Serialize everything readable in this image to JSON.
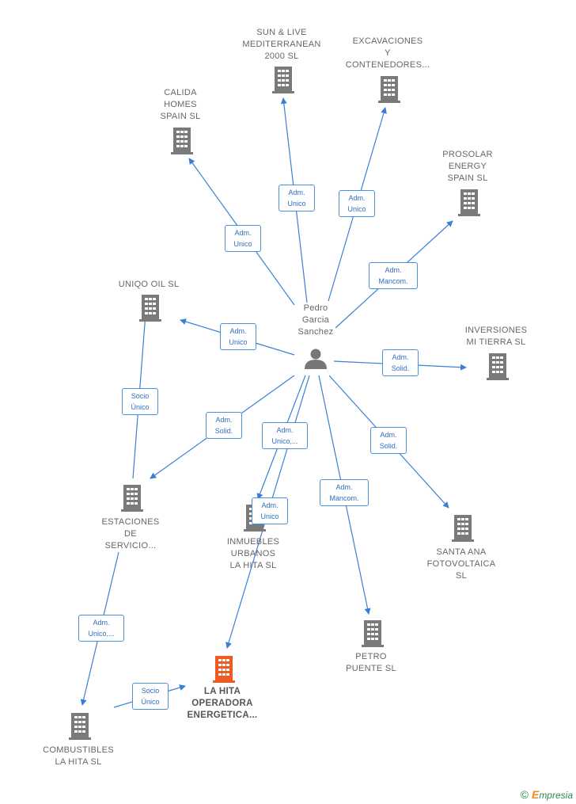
{
  "person": {
    "lines": [
      "Pedro",
      "Garcia",
      "Sanchez"
    ]
  },
  "companies": [
    {
      "id": "sun",
      "lines": [
        "SUN & LIVE",
        "MEDITERRANEAN",
        "2000  SL"
      ]
    },
    {
      "id": "exc",
      "lines": [
        "EXCAVACIONES",
        "Y",
        "CONTENEDORES..."
      ]
    },
    {
      "id": "calida",
      "lines": [
        "CALIDA",
        "HOMES",
        "SPAIN  SL"
      ]
    },
    {
      "id": "prosolar",
      "lines": [
        "PROSOLAR",
        "ENERGY",
        "SPAIN  SL"
      ]
    },
    {
      "id": "uniqo",
      "lines": [
        "UNIQO OIL  SL"
      ]
    },
    {
      "id": "inversiones",
      "lines": [
        "INVERSIONES",
        "MI TIERRA  SL"
      ]
    },
    {
      "id": "estaciones",
      "lines": [
        "ESTACIONES",
        "DE",
        "SERVICIO..."
      ]
    },
    {
      "id": "inmuebles",
      "lines": [
        "INMUEBLES",
        "URBANOS",
        "LA HITA  SL"
      ]
    },
    {
      "id": "santaana",
      "lines": [
        "SANTA ANA",
        "FOTOVOLTAICA",
        "SL"
      ]
    },
    {
      "id": "petro",
      "lines": [
        "PETRO",
        "PUENTE  SL"
      ]
    },
    {
      "id": "lahita",
      "lines": [
        "LA HITA",
        "OPERADORA",
        "ENERGETICA..."
      ],
      "highlight": true
    },
    {
      "id": "combustibles",
      "lines": [
        "COMBUSTIBLES",
        "LA HITA SL"
      ]
    }
  ],
  "edges": [
    {
      "id": "e-sun",
      "from": "person",
      "to": "sun",
      "lines": [
        "Adm.",
        "Unico"
      ]
    },
    {
      "id": "e-exc",
      "from": "person",
      "to": "exc",
      "lines": [
        "Adm.",
        "Unico"
      ]
    },
    {
      "id": "e-calida",
      "from": "person",
      "to": "calida",
      "lines": [
        "Adm.",
        "Unico"
      ]
    },
    {
      "id": "e-prosolar",
      "from": "person",
      "to": "prosolar",
      "lines": [
        "Adm.",
        "Mancom."
      ]
    },
    {
      "id": "e-uniqo",
      "from": "person",
      "to": "uniqo",
      "lines": [
        "Adm.",
        "Unico"
      ]
    },
    {
      "id": "e-inversiones",
      "from": "person",
      "to": "inversiones",
      "lines": [
        "Adm.",
        "Solid."
      ]
    },
    {
      "id": "e-estaciones",
      "from": "person",
      "to": "estaciones",
      "lines": [
        "Adm.",
        "Solid."
      ]
    },
    {
      "id": "e-inmuebles",
      "from": "person",
      "to": "inmuebles",
      "lines": [
        "Adm.",
        "Unico,..."
      ]
    },
    {
      "id": "e-lahita",
      "from": "person",
      "to": "lahita",
      "lines": [
        "Adm.",
        "Unico"
      ]
    },
    {
      "id": "e-petro",
      "from": "person",
      "to": "petro",
      "lines": [
        "Adm.",
        "Mancom."
      ]
    },
    {
      "id": "e-santaana",
      "from": "person",
      "to": "santaana",
      "lines": [
        "Adm.",
        "Solid."
      ]
    },
    {
      "id": "e-est-uniqo",
      "from": "estaciones",
      "to": "uniqo",
      "lines": [
        "Socio",
        "Único"
      ]
    },
    {
      "id": "e-est-comb",
      "from": "estaciones",
      "to": "combustibles",
      "lines": [
        "Adm.",
        "Unico,..."
      ]
    },
    {
      "id": "e-comb-lahita",
      "from": "combustibles",
      "to": "lahita",
      "lines": [
        "Socio",
        "Único"
      ]
    }
  ],
  "colors": {
    "edge": "#3b7fd4",
    "building": "#7a7a7a",
    "highlight": "#f05a23",
    "person": "#777777"
  },
  "footer": {
    "copyright": "©",
    "brand_initial": "E",
    "brand_rest": "mpresia"
  }
}
